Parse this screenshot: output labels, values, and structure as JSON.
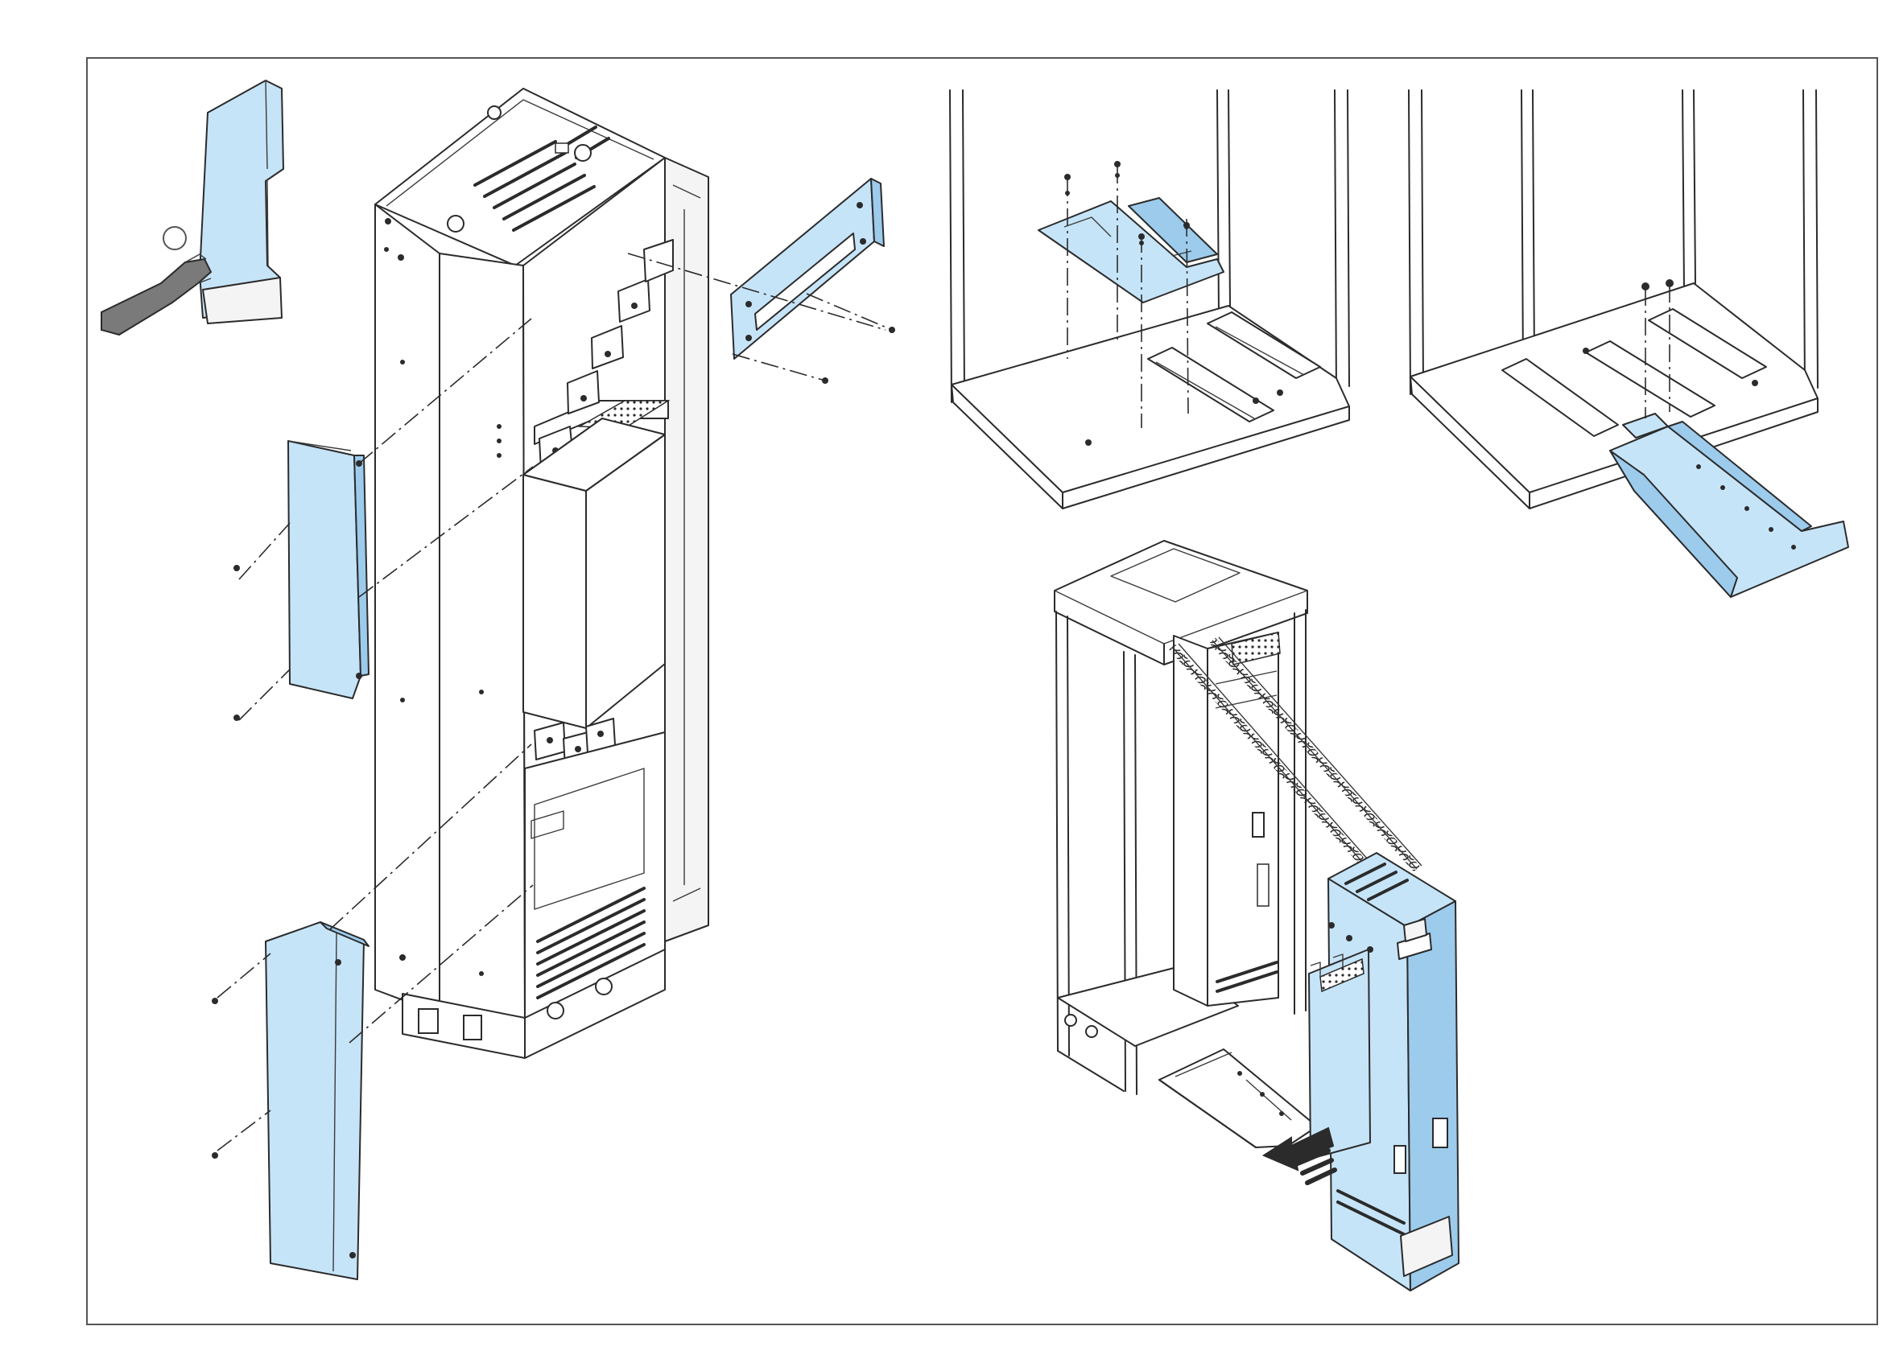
{
  "colors": {
    "accent": "#c6e4f8",
    "accent_dark": "#9ccbec",
    "line": "#2b2b2b",
    "frame": "#555555",
    "background": "#ffffff"
  },
  "icons": {
    "hand": "hand-icon",
    "arrow": "insert-arrow-icon",
    "screw": "screw-icon"
  },
  "sections": [
    "cover-removal-exploded-view",
    "mounting-rail-fastening",
    "ramp-attachment",
    "drive-insertion-into-cabinet"
  ]
}
